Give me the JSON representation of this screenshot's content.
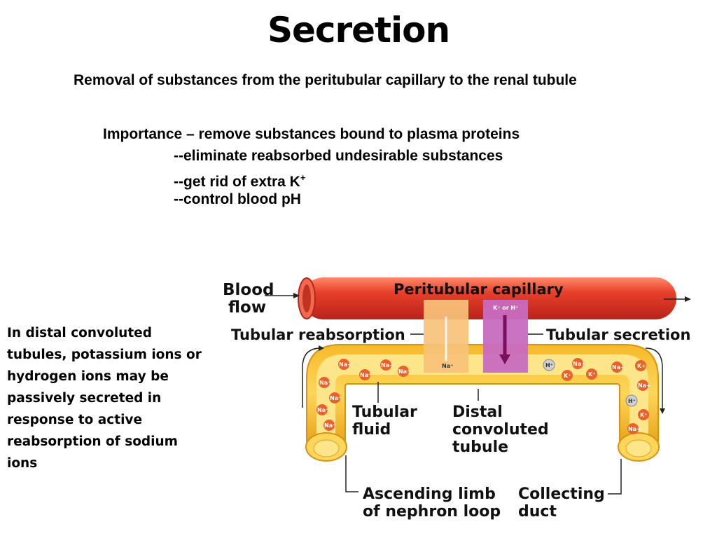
{
  "title": "Secretion",
  "subtitle": "Removal of substances from the peritubular capillary to the renal tubule",
  "importance": {
    "line1": "Importance – remove substances bound to plasma proteins",
    "line2": "--eliminate reabsorbed undesirable substances",
    "line3_text": "--get rid of extra K",
    "line3_sup": "+",
    "line4": "--control blood pH"
  },
  "side_text": "In distal convoluted tubules, potassium ions or hydrogen ions may be passively secreted in response to active reabsorption of sodium ions",
  "diagram": {
    "blood_flow_1": "Blood",
    "blood_flow_2": "flow",
    "capillary_label": "Peritubular capillary",
    "reabsorption_label": "Tubular reabsorption",
    "secretion_label": "Tubular secretion",
    "k_or_h": "K⁺ or H⁺",
    "na_label": "Na⁺",
    "tubular_fluid_1": "Tubular",
    "tubular_fluid_2": "fluid",
    "distal_1": "Distal",
    "distal_2": "convoluted",
    "distal_3": "tubule",
    "ascending_1": "Ascending limb",
    "ascending_2": "of nephron loop",
    "collecting_1": "Collecting",
    "collecting_2": "duct",
    "ions": {
      "na": "Na+",
      "na_sup": "Na⁺",
      "k": "K⁺",
      "kplus": "K+",
      "h": "H⁺"
    },
    "colors": {
      "capillary": "#e8402a",
      "tubule": "#f5c330",
      "tubule_inner": "#fde68a",
      "reabsorption_band": "#f7c27a",
      "secretion_band": "#c86cc0",
      "secretion_arrow": "#7a0f5e",
      "ion_na": "#e8622a",
      "ion_h": "#d0d0d0"
    }
  }
}
